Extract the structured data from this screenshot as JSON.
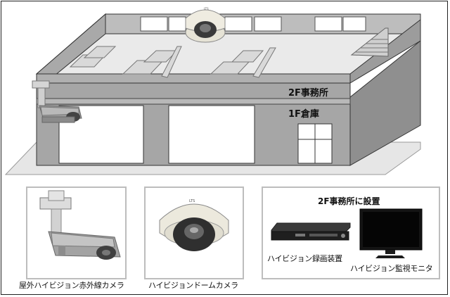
{
  "building": {
    "floor2_label": "2F事務所",
    "floor1_label": "1F倉庫"
  },
  "products": {
    "outdoor_camera_caption": "屋外ハイビジョン赤外線カメラ",
    "dome_camera_caption": "ハイビジョンドームカメラ",
    "install_panel_title": "2F事務所に設置",
    "recorder_caption": "ハイビジョン録画装置",
    "monitor_caption": "ハイビジョン監視モニタ"
  },
  "colors": {
    "wall": "#a8a8a8",
    "wall_dark": "#8e8e8e",
    "roof": "#ececec",
    "ground": "#e4e4e4",
    "outline": "#333333"
  }
}
